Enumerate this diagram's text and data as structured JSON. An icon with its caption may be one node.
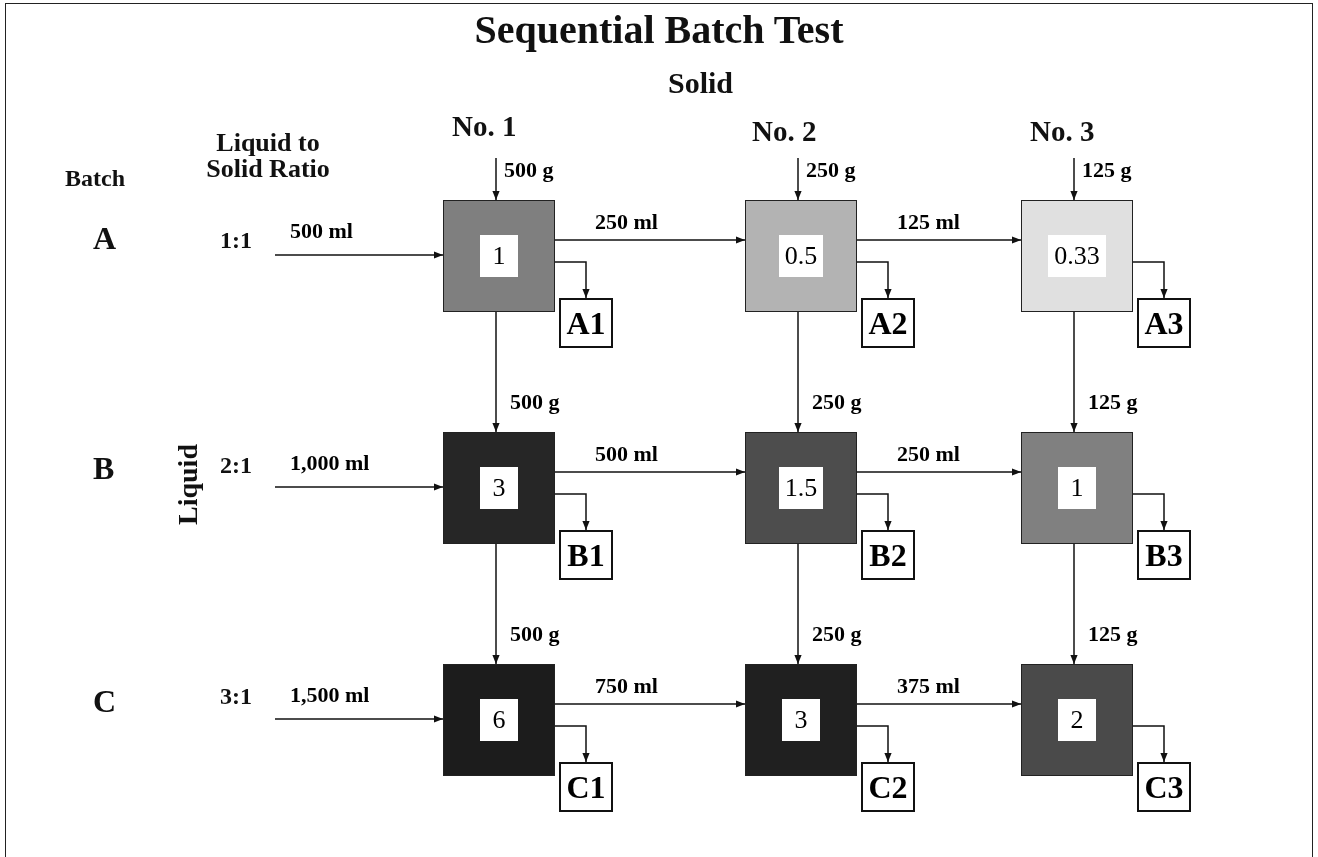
{
  "diagram": {
    "title": "Sequential Batch Test",
    "nodes": [
      {
        "text": [
          "1"
        ]
      },
      {
        "text": [
          "0.5"
        ]
      },
      {
        "text": [
          "0.33"
        ]
      },
      {
        "text": [
          "3"
        ]
      },
      {
        "text": [
          "1.5"
        ]
      },
      {
        "text": [
          "1"
        ]
      },
      {
        "text": [
          "6"
        ]
      },
      {
        "text": [
          "3"
        ]
      },
      {
        "text": [
          "2"
        ]
      },
      {
        "text": [
          "A1"
        ]
      },
      {
        "text": [
          "A2"
        ]
      },
      {
        "text": [
          "A3"
        ]
      },
      {
        "text": [
          "B1"
        ]
      },
      {
        "text": [
          "B2"
        ]
      },
      {
        "text": [
          "B3"
        ]
      },
      {
        "text": [
          "C1"
        ]
      },
      {
        "text": [
          "C2"
        ]
      },
      {
        "text": [
          "C3"
        ]
      }
    ],
    "edges": [
      {
        "from": null,
        "to": 0,
        "arrow": "to",
        "label": "500 g"
      },
      {
        "from": null,
        "to": 1,
        "arrow": "to",
        "label": "250 g"
      },
      {
        "from": null,
        "to": 2,
        "arrow": "to",
        "label": "125 g"
      },
      {
        "from": null,
        "to": 0,
        "arrow": "to",
        "label": "500 ml"
      },
      {
        "from": null,
        "to": 3,
        "arrow": "to",
        "label": "1,000 ml"
      },
      {
        "from": null,
        "to": 6,
        "arrow": "to",
        "label": "1,500 ml"
      },
      {
        "from": 0,
        "to": 1,
        "arrow": "to",
        "label": "250 ml"
      },
      {
        "from": 1,
        "to": 2,
        "arrow": "to",
        "label": "125 ml"
      },
      {
        "from": 3,
        "to": 4,
        "arrow": "to",
        "label": "500 ml"
      },
      {
        "from": 4,
        "to": 5,
        "arrow": "to",
        "label": "250 ml"
      },
      {
        "from": 6,
        "to": 7,
        "arrow": "to",
        "label": "750 ml"
      },
      {
        "from": 7,
        "to": 8,
        "arrow": "to",
        "label": "375 ml"
      },
      {
        "from": 0,
        "to": 3,
        "arrow": "to",
        "label": "500 g"
      },
      {
        "from": 1,
        "to": 4,
        "arrow": "to",
        "label": "250 g"
      },
      {
        "from": 2,
        "to": 5,
        "arrow": "to",
        "label": "125 g"
      },
      {
        "from": 3,
        "to": 6,
        "arrow": "to",
        "label": "500 g"
      },
      {
        "from": 4,
        "to": 7,
        "arrow": "to",
        "label": "250 g"
      },
      {
        "from": 5,
        "to": 8,
        "arrow": "to",
        "label": "125 g"
      },
      {
        "from": 0,
        "to": 9,
        "arrow": "to"
      },
      {
        "from": 1,
        "to": 10,
        "arrow": "to"
      },
      {
        "from": 2,
        "to": 11,
        "arrow": "to"
      },
      {
        "from": 3,
        "to": 12,
        "arrow": "to"
      },
      {
        "from": 4,
        "to": 13,
        "arrow": "to"
      },
      {
        "from": 5,
        "to": 14,
        "arrow": "to"
      },
      {
        "from": 6,
        "to": 15,
        "arrow": "to"
      },
      {
        "from": 7,
        "to": 16,
        "arrow": "to"
      },
      {
        "from": 8,
        "to": 17,
        "arrow": "to"
      }
    ],
    "labels": [
      "Solid",
      "No. 1",
      "No. 2",
      "No. 3",
      "Liquid to Solid Ratio",
      "Batch",
      "A",
      "1:1",
      "B",
      "2:1",
      "Liquid",
      "C",
      "3:1"
    ]
  }
}
